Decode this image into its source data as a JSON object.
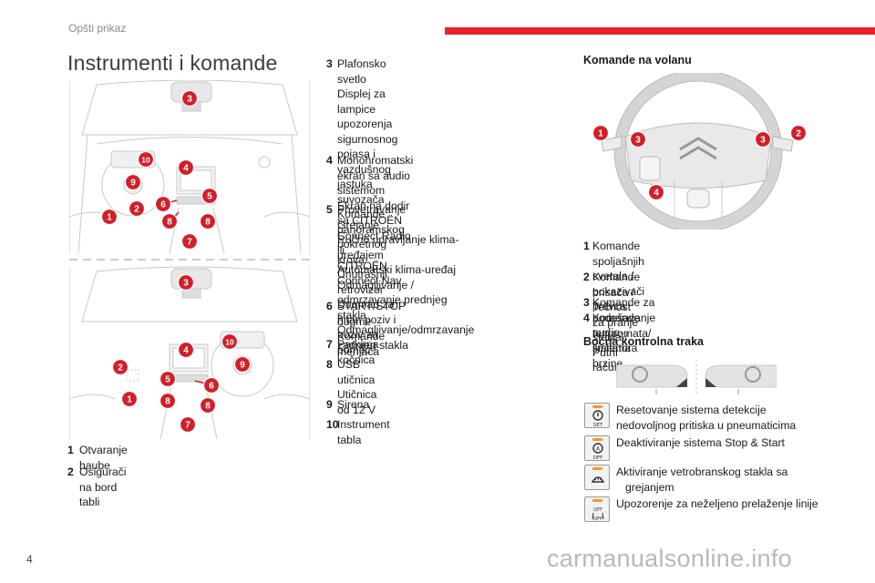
{
  "header": {
    "section": "Opšti prikaz"
  },
  "title": "Instrumenti i komande",
  "page_number": "4",
  "watermark": "carmanualsonline.info",
  "diagram_top_callouts": [
    "3",
    "4",
    "10",
    "9",
    "6",
    "5",
    "1",
    "2",
    "8",
    "8",
    "7"
  ],
  "diagram_bottom_callouts": [
    "3",
    "4",
    "10",
    "9",
    "2",
    "5",
    "6",
    "1",
    "8",
    "8",
    "7"
  ],
  "legend_left": [
    {
      "num": "1",
      "lines": [
        "Otvaranje haube"
      ]
    },
    {
      "num": "2",
      "lines": [
        "Osigurači na bord tabli"
      ]
    }
  ],
  "legend_middle": [
    {
      "num": "3",
      "lines": [
        "Plafonsko svetlo",
        "Displej za lampice upozorenja sigurnosnog",
        "pojasa i vazdušnog jastuka suvozača",
        "Komande panoramskog pokretnog krova",
        "Unutrašnji retrovizor",
        "Dugmad za hitan poziv i poziv za pomoć"
      ]
    },
    {
      "num": "4",
      "lines": [
        "Monohromatski ekran sa audio sistemom",
        "Ekran na dodir sa CITROËN Connect Radio ili",
        "CITROËN Connect Nav"
      ]
    },
    {
      "num": "5",
      "lines": [
        "Provetravanje",
        "Grejanje",
        "Ručno upravljanje klima-uređajem",
        "Automatski klima-uređaj",
        "Odmagljivanje / odmrzavanje prednjeg stakla",
        "Odmagljivanje/odmrzavanje zadnjeg stakla"
      ]
    },
    {
      "num": "6",
      "lines": [
        "START/STOP dugme",
        "Komande menjača"
      ]
    },
    {
      "num": "7",
      "lines": [
        "Parkirna kočnica"
      ]
    },
    {
      "num": "8",
      "lines": [
        "USB utičnica",
        "Utičnica od 12 V"
      ]
    },
    {
      "num": "9",
      "lines": [
        "Sirena"
      ]
    },
    {
      "num": "10",
      "lines": [
        "Instrument tabla"
      ]
    }
  ],
  "steering": {
    "heading": "Komande na volanu",
    "callouts": [
      "1",
      "2",
      "3",
      "3",
      "4"
    ],
    "items": [
      {
        "num": "1",
        "lines": [
          "Komande spoljašnjih svetala / pokazivači",
          "pravca"
        ]
      },
      {
        "num": "2",
        "lines": [
          "Komande brisača / Tečnost za pranje stakla /",
          "Putni računar"
        ]
      },
      {
        "num": "3",
        "lines": [
          "Komande za podešavanje audio-sistema"
        ]
      },
      {
        "num": "4",
        "lines": [
          "Komande tempomata/ limitatora brzine"
        ]
      }
    ]
  },
  "side_strip": {
    "heading": "Bočna kontrolna traka",
    "buttons": [
      {
        "icon": "tyre-pressure-icon",
        "label": "SET",
        "lines": [
          "Resetovanje sistema detekcije",
          "nedovoljnog pritiska u pneumaticima"
        ]
      },
      {
        "icon": "stop-start-icon",
        "label": "OFF",
        "lines": [
          "Deaktiviranje sistema Stop & Start"
        ]
      },
      {
        "icon": "windscreen-heating-icon",
        "label": "",
        "lines": [
          "Aktiviranje vetrobranskog stakla sa",
          "grejanjem"
        ]
      },
      {
        "icon": "lane-departure-icon",
        "label": "OFF",
        "lines": [
          "Upozorenje za neželjeno prelaženje linije"
        ]
      }
    ]
  },
  "colors": {
    "accent": "#e8222b",
    "callout": "#d0202a",
    "led": "#f39a2a"
  }
}
